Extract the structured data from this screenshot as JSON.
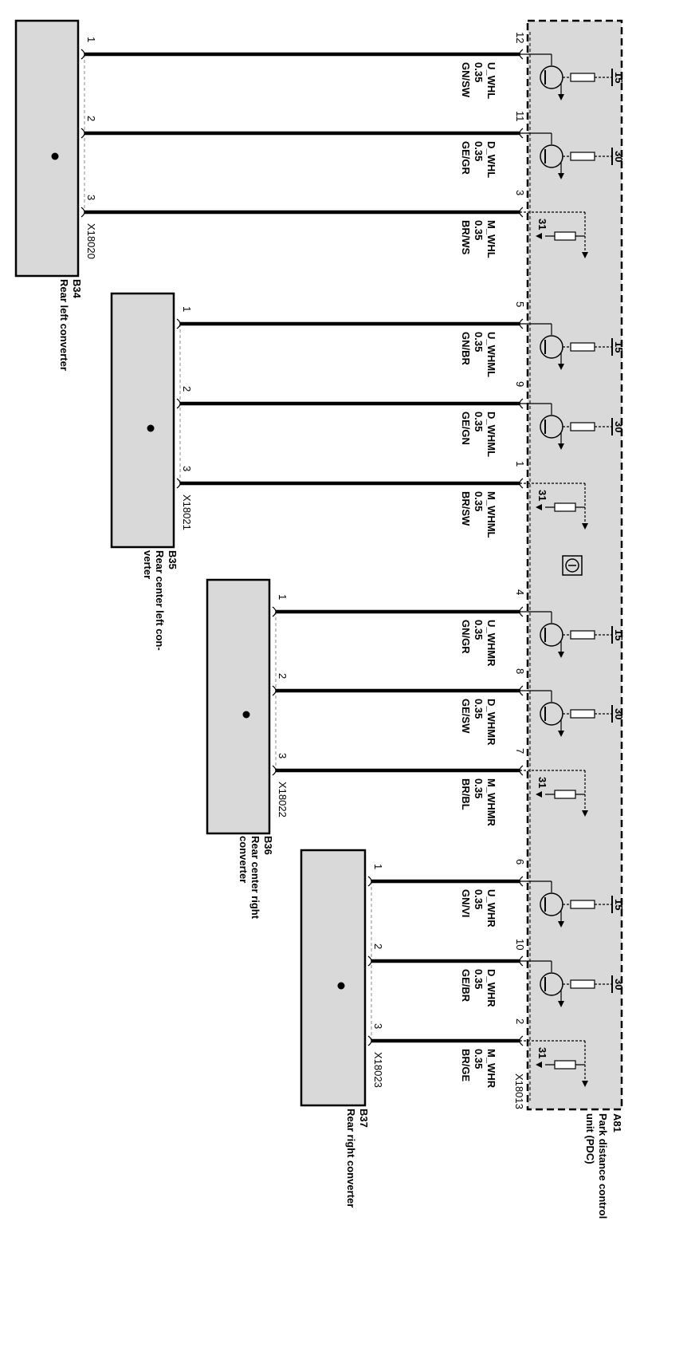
{
  "control_unit": {
    "id": "A81",
    "name_lines": [
      "Park distance control",
      "unit (PDC)"
    ],
    "connector": "X18013"
  },
  "colors": {
    "box_fill": "#d9d9d9",
    "wire": "#000000"
  },
  "sensors": [
    {
      "id": "B34",
      "name_lines": [
        "Rear left converter"
      ],
      "connector": "X18020",
      "wires": [
        {
          "sensor_pin": "1",
          "unit_pin": "12",
          "signal": "U_WHL",
          "gauge": "0.35",
          "color": "GN/SW",
          "terminal": "15"
        },
        {
          "sensor_pin": "2",
          "unit_pin": "11",
          "signal": "D_WHL",
          "gauge": "0.35",
          "color": "GE/GR",
          "terminal": "30"
        },
        {
          "sensor_pin": "3",
          "unit_pin": "3",
          "signal": "M_WHL",
          "gauge": "0.35",
          "color": "BR/WS",
          "terminal": "31"
        }
      ]
    },
    {
      "id": "B35",
      "name_lines": [
        "Rear center left con-",
        "verter"
      ],
      "connector": "X18021",
      "wires": [
        {
          "sensor_pin": "1",
          "unit_pin": "5",
          "signal": "U_WHML",
          "gauge": "0.35",
          "color": "GN/BR",
          "terminal": "15"
        },
        {
          "sensor_pin": "2",
          "unit_pin": "9",
          "signal": "D_WHML",
          "gauge": "0.35",
          "color": "GE/GN",
          "terminal": "30"
        },
        {
          "sensor_pin": "3",
          "unit_pin": "1",
          "signal": "M_WHML",
          "gauge": "0.35",
          "color": "BR/SW",
          "terminal": "31"
        }
      ]
    },
    {
      "id": "B36",
      "name_lines": [
        "Rear center right",
        "converter"
      ],
      "connector": "X18022",
      "wires": [
        {
          "sensor_pin": "1",
          "unit_pin": "4",
          "signal": "U_WHMR",
          "gauge": "0.35",
          "color": "GN/GR",
          "terminal": "15"
        },
        {
          "sensor_pin": "2",
          "unit_pin": "8",
          "signal": "D_WHMR",
          "gauge": "0.35",
          "color": "GE/SW",
          "terminal": "30"
        },
        {
          "sensor_pin": "3",
          "unit_pin": "7",
          "signal": "M_WHMR",
          "gauge": "0.35",
          "color": "BR/BL",
          "terminal": "31"
        }
      ]
    },
    {
      "id": "B37",
      "name_lines": [
        "Rear right converter"
      ],
      "connector": "X18023",
      "wires": [
        {
          "sensor_pin": "1",
          "unit_pin": "6",
          "signal": "U_WHR",
          "gauge": "0.35",
          "color": "GN/VI",
          "terminal": "15"
        },
        {
          "sensor_pin": "2",
          "unit_pin": "10",
          "signal": "D_WHR",
          "gauge": "0.35",
          "color": "GE/BR",
          "terminal": "30"
        },
        {
          "sensor_pin": "3",
          "unit_pin": "2",
          "signal": "M_WHR",
          "gauge": "0.35",
          "color": "BR/GE",
          "terminal": "31"
        }
      ]
    }
  ]
}
